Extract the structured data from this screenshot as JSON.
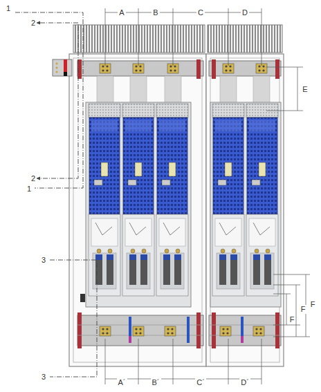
{
  "diagram": {
    "labels": [
      "1",
      "2",
      "A",
      "B",
      "C",
      "D",
      "E",
      "2",
      "1",
      "3",
      "F",
      "F",
      "F",
      "3",
      "A´",
      "B´",
      "C´",
      "D´"
    ]
  }
}
